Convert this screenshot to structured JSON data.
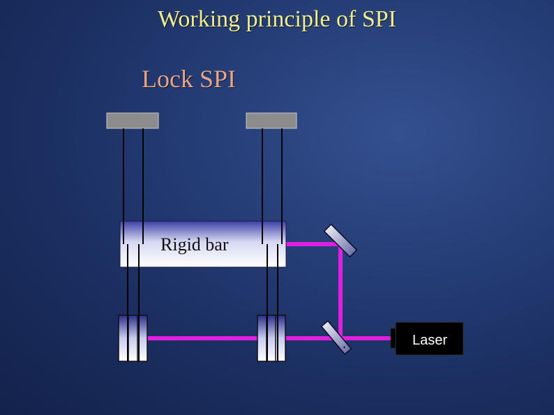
{
  "slide": {
    "title": "Working principle of SPI",
    "subtitle": "Lock SPI"
  },
  "diagram": {
    "rigid_bar_label": "Rigid bar",
    "laser_label": "Laser"
  },
  "colors": {
    "title": "#f2ee8c",
    "subtitle": "#e8a487",
    "beam": "#e020e0",
    "background": "#1b2f62"
  }
}
